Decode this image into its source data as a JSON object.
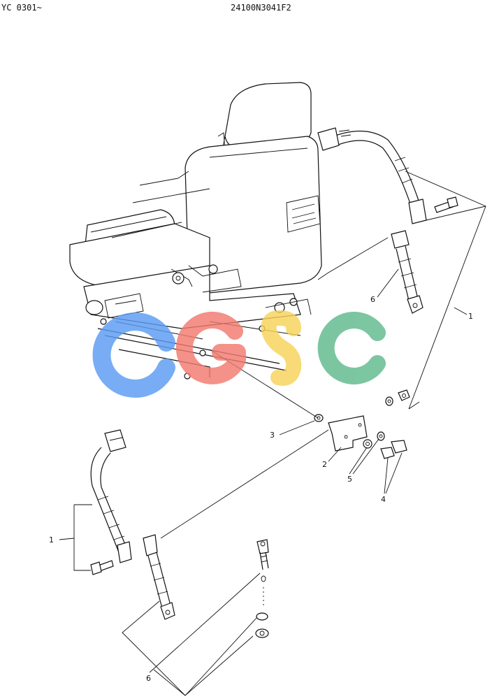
{
  "header": {
    "left_code": "YC 0301~",
    "drawing_number": "24100N3041F2"
  },
  "watermark": {
    "letters": [
      "C",
      "G",
      "S",
      "C"
    ],
    "colors": [
      "#5b9cf5",
      "#f27a6f",
      "#f7d35a",
      "#5fba8d"
    ]
  },
  "callouts": {
    "item_1_right": "1",
    "item_1_left": "1",
    "item_2": "2",
    "item_3": "3",
    "item_4": "4",
    "item_5": "5",
    "item_6_right": "6",
    "item_6_bottom": "6"
  }
}
